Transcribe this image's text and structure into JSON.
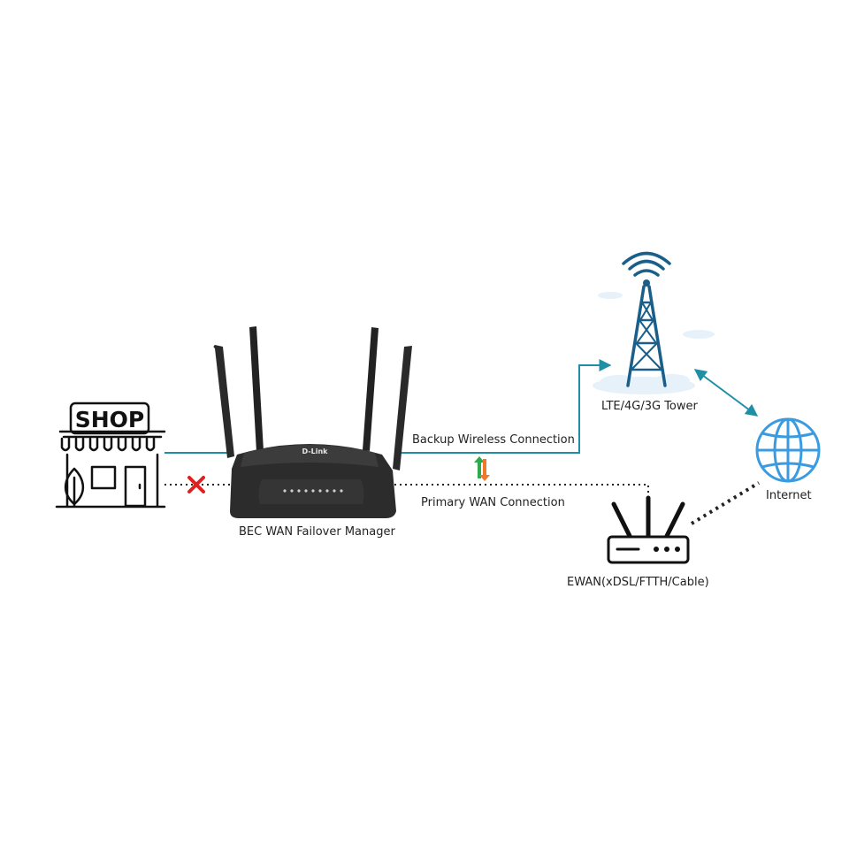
{
  "shop": {
    "sign_text": "SHOP"
  },
  "router": {
    "brand": "D-Link",
    "label": "BEC WAN Failover Manager"
  },
  "links": {
    "backup": {
      "label": "Backup Wireless Connection",
      "color": "#1f8fa6"
    },
    "primary": {
      "label": "Primary WAN Connection",
      "status": "failed"
    }
  },
  "tower": {
    "label": "LTE/4G/3G Tower",
    "color": "#1a5f8a"
  },
  "internet": {
    "label": "Internet",
    "color": "#3b9be0"
  },
  "ewan": {
    "label": "EWAN(xDSL/FTTH/Cable)"
  },
  "colors": {
    "failure_x": "#e02020",
    "switch_up": "#2eaa4a",
    "switch_down": "#f0782a"
  }
}
